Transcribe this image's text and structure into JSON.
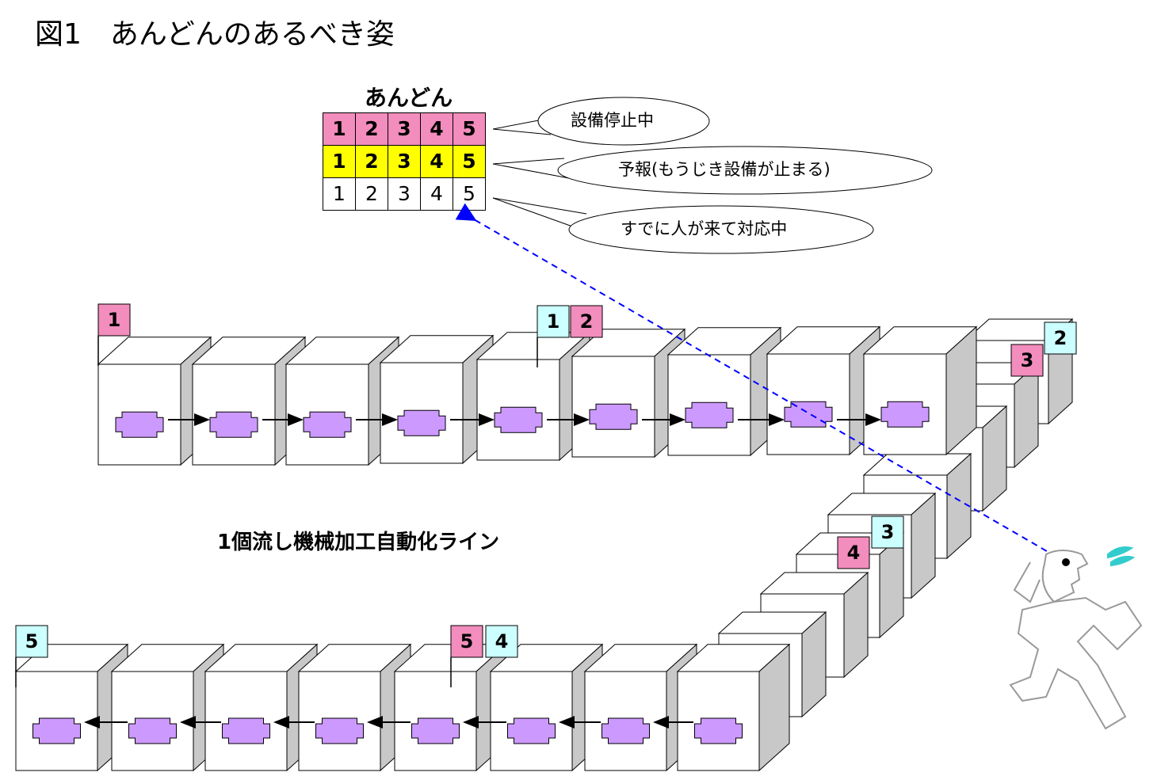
{
  "figure_title": "図1　あんどんのあるべき姿",
  "andon": {
    "title": "あんどん",
    "rows": [
      {
        "status": "stop",
        "cells": [
          "1",
          "2",
          "3",
          "4",
          "5"
        ],
        "color": "#f28dbd"
      },
      {
        "status": "warning",
        "cells": [
          "1",
          "2",
          "3",
          "4",
          "5"
        ],
        "color": "#ffff00"
      },
      {
        "status": "responding",
        "cells": [
          "1",
          "2",
          "3",
          "4",
          "5"
        ],
        "color": "#ffffff"
      }
    ]
  },
  "callouts": [
    "設備停止中",
    "予報(もうじき設備が止まる)",
    "すでに人が来て対応中"
  ],
  "line_label": "1個流し機械加工自動化ライン",
  "flags": [
    {
      "text": "1",
      "color": "pink"
    },
    {
      "text": "1",
      "color": "cyan"
    },
    {
      "text": "2",
      "color": "pink"
    },
    {
      "text": "2",
      "color": "cyan"
    },
    {
      "text": "3",
      "color": "pink"
    },
    {
      "text": "3",
      "color": "cyan"
    },
    {
      "text": "4",
      "color": "pink"
    },
    {
      "text": "5",
      "color": "cyan"
    },
    {
      "text": "5",
      "color": "pink"
    },
    {
      "text": "4",
      "color": "cyan"
    }
  ],
  "colors": {
    "pink": "#f28dbd",
    "cyan": "#ccffff",
    "yellow": "#ffff00",
    "part": "#cc99ff",
    "machine_side": "#c8c8c8",
    "sight_line": "#0000ff"
  }
}
